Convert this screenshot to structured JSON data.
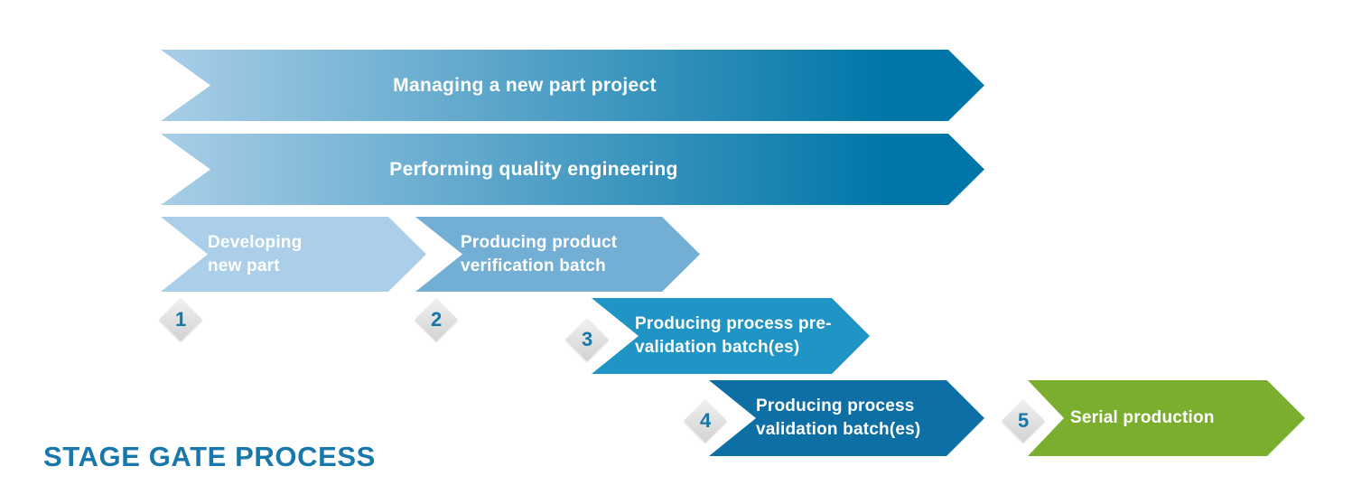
{
  "title": "STAGE GATE PROCESS",
  "stages": [
    {
      "id": "managing",
      "label": "Managing a new part project"
    },
    {
      "id": "quality",
      "label": "Performing quality engineering"
    },
    {
      "id": "developing",
      "label": "Developing new part"
    },
    {
      "id": "verification",
      "label": "Producing product verification batch"
    },
    {
      "id": "prevalidation",
      "label": "Producing process pre-validation batch(es)"
    },
    {
      "id": "validation",
      "label": "Producing process validation batch(es)"
    },
    {
      "id": "serial",
      "label": "Serial production"
    }
  ],
  "gates": [
    {
      "number": "1"
    },
    {
      "number": "2"
    },
    {
      "number": "3"
    },
    {
      "number": "4"
    },
    {
      "number": "5"
    }
  ],
  "colors": {
    "gradient_start": "#a9cee7",
    "gradient_end": "#0076a8",
    "stage_developing": "#abcfe8",
    "stage_verification": "#73aed5",
    "stage_prevalidation": "#2094c4",
    "stage_validation": "#0d6fa4",
    "stage_serial": "#7bad2f",
    "gate_diamond": "#e2e2e2",
    "gate_number": "#1577a8",
    "title": "#1878ab"
  }
}
